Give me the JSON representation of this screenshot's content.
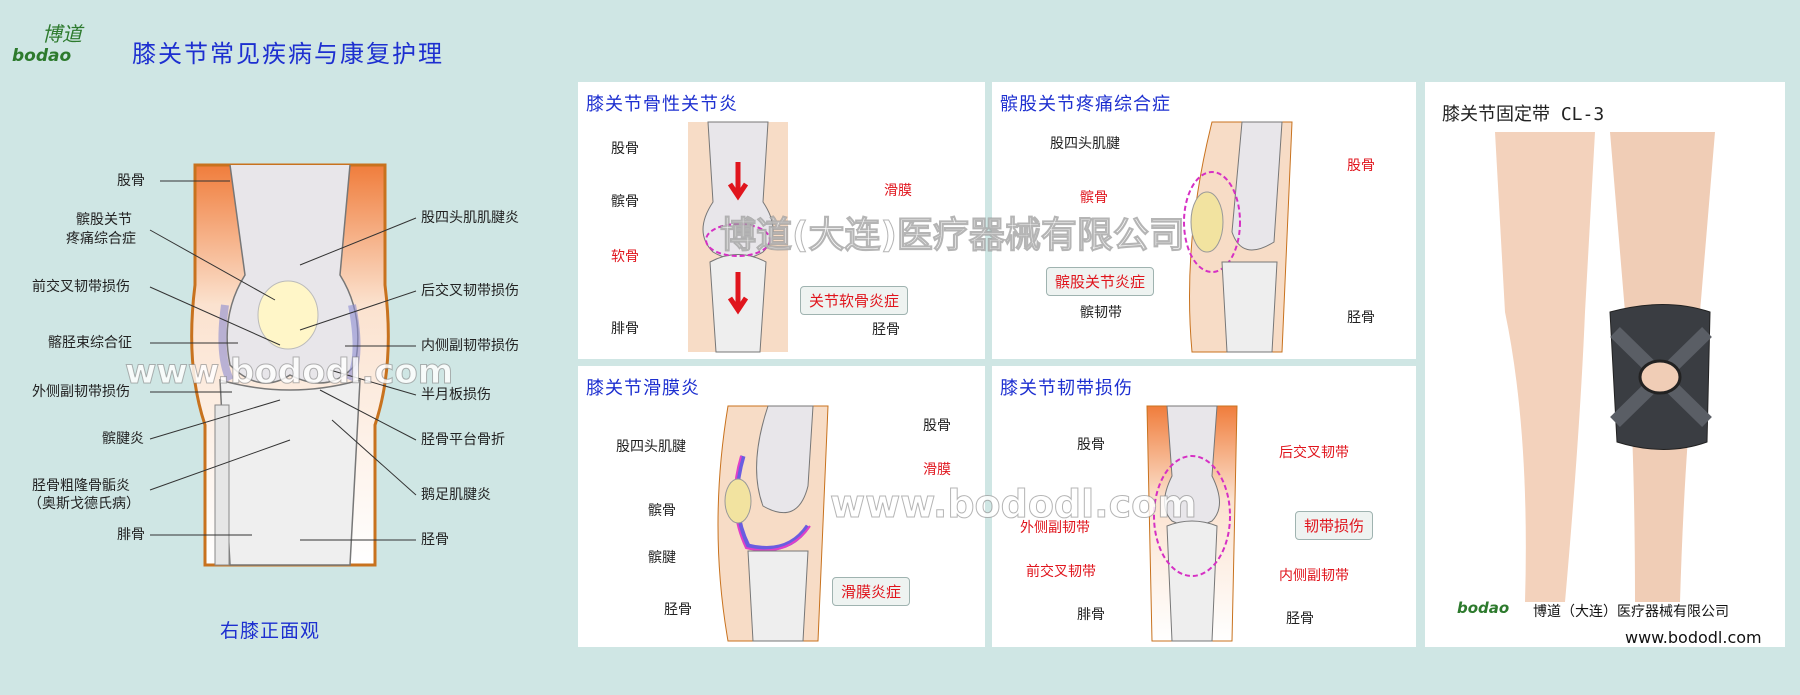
{
  "header": {
    "logo_cn": "博道",
    "logo_en": "bodao",
    "title": "膝关节常见疾病与康复护理"
  },
  "main": {
    "labels_left": [
      "股骨",
      "髌股关节",
      "疼痛综合症",
      "前交叉韧带损伤",
      "髂胫束综合征",
      "外侧副韧带损伤",
      "髌腱炎",
      "胫骨粗隆骨骺炎",
      "（奥斯戈德氏病）",
      "腓骨"
    ],
    "labels_right": [
      "股四头肌肌腱炎",
      "后交叉韧带损伤",
      "内侧副韧带损伤",
      "半月板损伤",
      "胫骨平台骨折",
      "鹅足肌腱炎",
      "胫骨"
    ],
    "caption": "右膝正面观"
  },
  "panels": {
    "oa": {
      "title": "膝关节骨性关节炎",
      "labels": [
        "股骨",
        "髌骨",
        "软骨",
        "腓骨",
        "滑膜",
        "胫骨"
      ],
      "box": "关节软骨炎症"
    },
    "pfps": {
      "title": "髌股关节疼痛综合症",
      "labels": [
        "股四头肌腱",
        "髌骨",
        "髌韧带",
        "股骨",
        "胫骨"
      ],
      "box": "髌股关节炎症"
    },
    "syn": {
      "title": "膝关节滑膜炎",
      "labels": [
        "股四头肌腱",
        "髌骨",
        "髌腱",
        "胫骨",
        "股骨",
        "滑膜"
      ],
      "box": "滑膜炎症"
    },
    "lig": {
      "title": "膝关节韧带损伤",
      "labels": [
        "股骨",
        "外侧副韧带",
        "前交叉韧带",
        "腓骨",
        "后交叉韧带",
        "内侧副韧带",
        "胫骨"
      ],
      "box": "韧带损伤"
    },
    "product": {
      "title": "膝关节固定带 CL-3",
      "brand_logo": "bodao",
      "company": "博道（大连）医疗器械有限公司",
      "url": "www.bododl.com"
    }
  },
  "watermarks": [
    "www.bododl.com",
    "博道(大连)医疗器械有限公司",
    "www.bododl.com"
  ],
  "colors": {
    "title_blue": "#1d2fd0",
    "label_red": "#e0151d",
    "bg": "#cfe6e4"
  }
}
